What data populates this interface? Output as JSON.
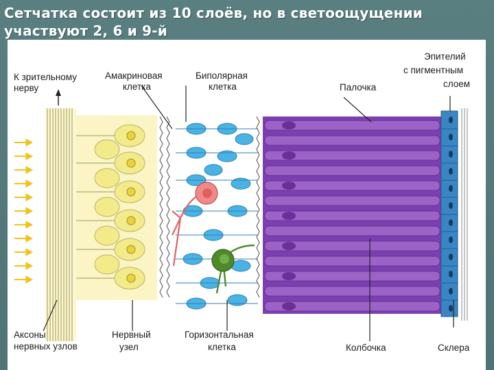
{
  "slide": {
    "title_line1": "Сетчатка состоит из 10 слоёв, но в светоощущении",
    "title_line2": "участвуют 2, 6 и 9-й"
  },
  "labels": {
    "optic_nerve_line1": "К зрительному",
    "optic_nerve_line2": "нерву",
    "amacrine_line1": "Амакриновая",
    "amacrine_line2": "клетка",
    "bipolar_line1": "Биполярная",
    "bipolar_line2": "клетка",
    "rod": "Палочка",
    "epithelium_line1": "Эпителий",
    "epithelium_line2": "с пигментным",
    "epithelium_line3": "слоем",
    "axons_line1": "Аксоны",
    "axons_line2": "нервных узлов",
    "ganglion_line1": "Нервный",
    "ganglion_line2": "узел",
    "horizontal_line1": "Горизонтальная",
    "horizontal_line2": "клетка",
    "cone": "Колбочка",
    "sclera": "Склера"
  },
  "colors": {
    "light_arrows": "#f2c21a",
    "ganglion": "#f3ea8a",
    "ganglion_nucleus": "#e9d43a",
    "bipolar": "#49b3e3",
    "bipolar_nucleus": "#2f7fb8",
    "amacrine": "#f08a8a",
    "horizontal": "#4f8a2a",
    "photoreceptor": "#9b63c6",
    "photoreceptor_dark": "#6a2f98",
    "epithelium": "#3a86c4"
  }
}
